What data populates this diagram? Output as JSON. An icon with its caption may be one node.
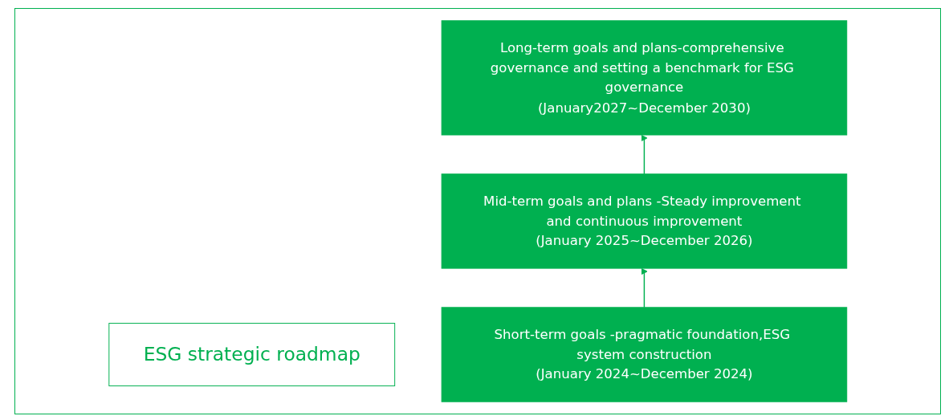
{
  "diagram": {
    "nodes": [
      {
        "text": [
          "ESG strategic roadmap"
        ]
      },
      {
        "text": [
          "Long-term goals and plans-comprehensive governance and setting a benchmark for ESG governance",
          "(January2027~December 2030)"
        ]
      },
      {
        "text": [
          "Mid-term goals and plans -Steady improvement and continuous improvement",
          "(January 2025~December 2026)"
        ]
      },
      {
        "text": [
          "Short-term goals -pragmatic foundation,ESG system construction",
          "(January 2024~December 2024)"
        ]
      }
    ],
    "edges": [
      {
        "from": 3,
        "to": 2,
        "arrow": "to"
      },
      {
        "from": 2,
        "to": 1,
        "arrow": "to"
      }
    ]
  }
}
